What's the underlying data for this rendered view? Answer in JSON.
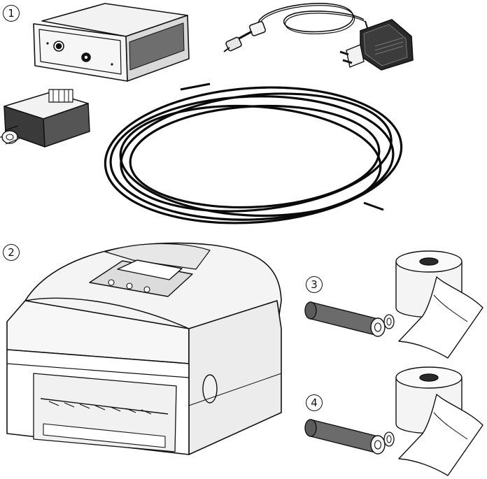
{
  "markers": {
    "m1": "1",
    "m2": "2",
    "m3": "3",
    "m4": "4"
  },
  "colors": {
    "outline": "#111111",
    "body_light": "#f4f4f4",
    "body_shade": "#d8d8d8",
    "dark_grey": "#6e6e6e",
    "cable": "#0a0a0a"
  },
  "icons": [
    "control-box-icon",
    "power-adapter-icon",
    "sensor-module-icon",
    "cable-coil-icon",
    "label-printer-icon",
    "ribbon-core-icon",
    "paper-roll-icon"
  ]
}
